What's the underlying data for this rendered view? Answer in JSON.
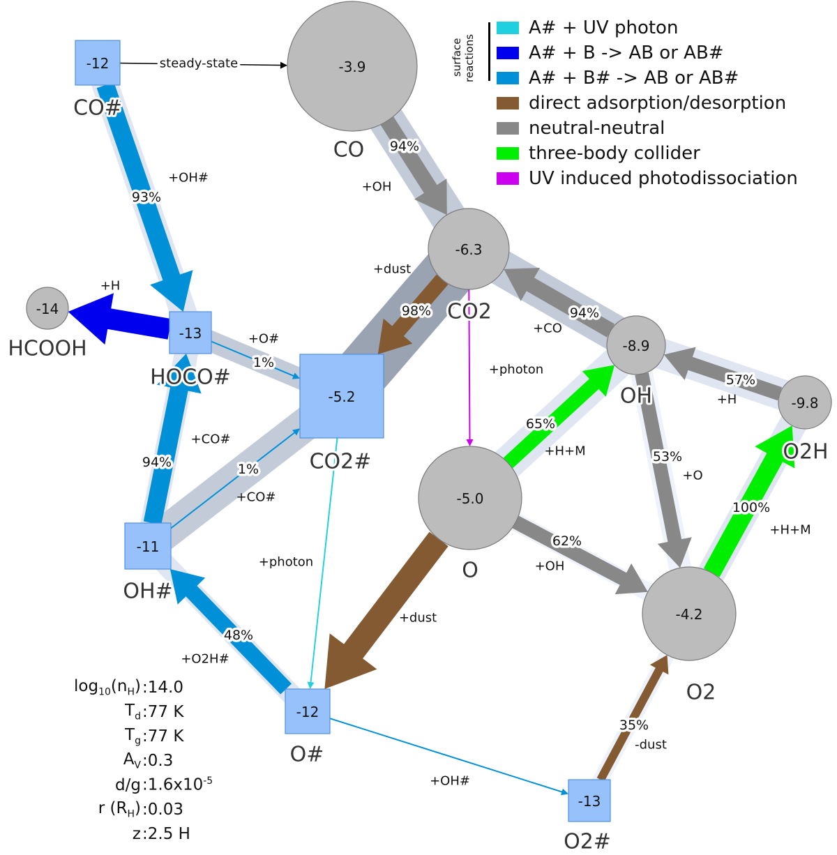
{
  "title": "Chemical reaction network (CO / CO2 / O / OH surface and gas-phase)",
  "legend": {
    "group_label": "surface\nreactions",
    "group_label_lines": [
      "surface",
      "reactions"
    ],
    "items": [
      {
        "label": "A# + UV photon",
        "color": "#21d0de",
        "group": "surface"
      },
      {
        "label": "A# + B -> AB or AB#",
        "color": "#0000ee",
        "group": "surface"
      },
      {
        "label": "A# + B# -> AB or AB#",
        "color": "#0090d8",
        "group": "surface"
      },
      {
        "label": "direct adsorption/desorption",
        "color": "#845a33"
      },
      {
        "label": "neutral-neutral",
        "color": "#888888"
      },
      {
        "label": "three-body collider",
        "color": "#00ee00"
      },
      {
        "label": "UV induced photodissociation",
        "color": "#cc00ee"
      }
    ]
  },
  "colors": {
    "gas_node": "#bcbcbc",
    "ice_node": "#97c1fb",
    "halo": "#c3cbd8",
    "halo_light": "#dfe6f2"
  },
  "nodes": [
    {
      "id": "CO#",
      "label": "CO#",
      "value": "-12",
      "kind": "ice"
    },
    {
      "id": "CO",
      "label": "CO",
      "value": "-3.9",
      "kind": "gas"
    },
    {
      "id": "CO2",
      "label": "CO2",
      "value": "-6.3",
      "kind": "gas"
    },
    {
      "id": "HCOOH",
      "label": "HCOOH",
      "value": "-14",
      "kind": "gas"
    },
    {
      "id": "HOCO#",
      "label": "HOCO#",
      "value": "-13",
      "kind": "ice"
    },
    {
      "id": "CO2#",
      "label": "CO2#",
      "value": "-5.2",
      "kind": "ice"
    },
    {
      "id": "OH",
      "label": "OH",
      "value": "-8.9",
      "kind": "gas"
    },
    {
      "id": "O2H",
      "label": "O2H",
      "value": "-9.8",
      "kind": "gas"
    },
    {
      "id": "O",
      "label": "O",
      "value": "-5.0",
      "kind": "gas"
    },
    {
      "id": "OH#",
      "label": "OH#",
      "value": "-11",
      "kind": "ice"
    },
    {
      "id": "O2",
      "label": "O2",
      "value": "-4.2",
      "kind": "gas"
    },
    {
      "id": "O#",
      "label": "O#",
      "value": "-12",
      "kind": "ice"
    },
    {
      "id": "O2#",
      "label": "O2#",
      "value": "-13",
      "kind": "ice"
    }
  ],
  "edges": [
    {
      "from": "CO#",
      "to": "CO",
      "type": "steady-state",
      "label": "steady-state",
      "percent": ""
    },
    {
      "from": "CO#",
      "to": "HOCO#",
      "type": "A#+B#",
      "label": "+OH#",
      "percent": "93%"
    },
    {
      "from": "CO",
      "to": "CO2",
      "type": "neutral-neutral",
      "label": "+OH",
      "percent": "94%"
    },
    {
      "from": "CO2",
      "to": "CO2#",
      "type": "adsorption",
      "label": "+dust",
      "percent": "98%"
    },
    {
      "from": "OH",
      "to": "CO2",
      "type": "neutral-neutral",
      "label": "+CO",
      "percent": "94%"
    },
    {
      "from": "HOCO#",
      "to": "HCOOH",
      "type": "A#+B",
      "label": "+H",
      "percent": ""
    },
    {
      "from": "HOCO#",
      "to": "CO2#",
      "type": "A#+B#",
      "label": "+O#",
      "percent": "1%"
    },
    {
      "from": "OH#",
      "to": "HOCO#",
      "type": "A#+B#",
      "label": "+CO#",
      "percent": "94%"
    },
    {
      "from": "OH#",
      "to": "CO2#",
      "type": "A#+B#",
      "label": "+CO#",
      "percent": "1%"
    },
    {
      "from": "CO2",
      "to": "O",
      "type": "photodissociation",
      "label": "+photon",
      "percent": ""
    },
    {
      "from": "CO2#",
      "to": "O#",
      "type": "A#+UV",
      "label": "+photon",
      "percent": ""
    },
    {
      "from": "O",
      "to": "OH",
      "type": "three-body",
      "label": "+H+M",
      "percent": "65%"
    },
    {
      "from": "O2H",
      "to": "OH",
      "type": "neutral-neutral",
      "label": "+H",
      "percent": "57%"
    },
    {
      "from": "OH",
      "to": "O2",
      "type": "neutral-neutral",
      "label": "+O",
      "percent": "53%"
    },
    {
      "from": "O2",
      "to": "O2H",
      "type": "three-body",
      "label": "+H+M",
      "percent": "100%"
    },
    {
      "from": "O",
      "to": "O2",
      "type": "neutral-neutral",
      "label": "+OH",
      "percent": "62%"
    },
    {
      "from": "O",
      "to": "O#",
      "type": "adsorption",
      "label": "+dust",
      "percent": ""
    },
    {
      "from": "O#",
      "to": "OH#",
      "type": "A#+B#",
      "label": "+O2H#",
      "percent": "48%"
    },
    {
      "from": "O#",
      "to": "O2#",
      "type": "A#+B#",
      "label": "+OH#",
      "percent": ""
    },
    {
      "from": "O2#",
      "to": "O2",
      "type": "adsorption",
      "label": "-dust",
      "percent": "35%"
    }
  ],
  "parameters": [
    {
      "key": "log",
      "sub": "10",
      "key2": "(n",
      "sub2": "H",
      "key3": ")",
      "value": ":14.0"
    },
    {
      "key": "T",
      "sub": "d",
      "value": ":77 K"
    },
    {
      "key": "T",
      "sub": "g",
      "value": ":77 K"
    },
    {
      "key": "A",
      "sub": "V",
      "value": ":0.3"
    },
    {
      "key": "d/g",
      "sub": "",
      "value": ":1.6x10",
      "sup": "-5"
    },
    {
      "key": "r (R",
      "sub": "H",
      "key3": ")",
      "value": ":0.03"
    },
    {
      "key": "z",
      "sub": "",
      "value": ":2.5 H"
    }
  ]
}
